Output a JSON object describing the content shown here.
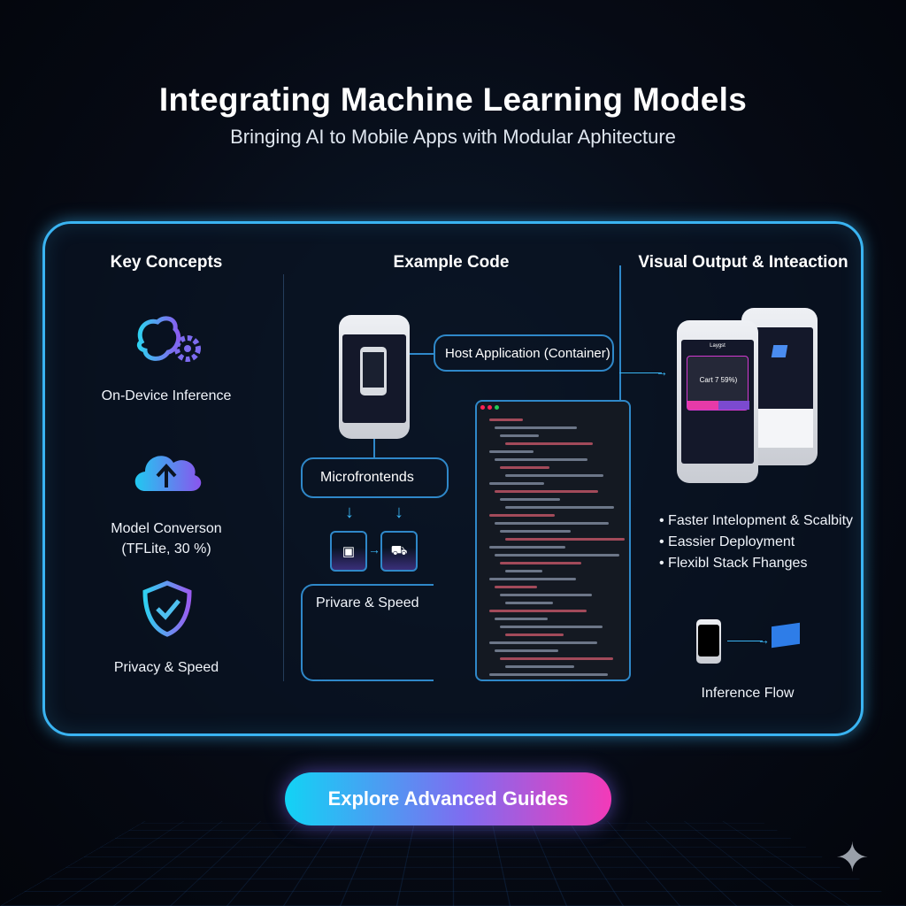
{
  "title": "Integrating Machine Learning Models",
  "subtitle": "Bringing AI to Mobile Apps with Modular Aphitecture",
  "columns": {
    "left": {
      "heading": "Key Concepts",
      "items": [
        {
          "icon": "brain-gear-icon",
          "label": "On-Device Inference"
        },
        {
          "icon": "cloud-upload-icon",
          "label": "Model Converson",
          "label2": "(TFLite, 30 %)"
        },
        {
          "icon": "shield-check-icon",
          "label": "Privacy & Speed"
        }
      ]
    },
    "middle": {
      "heading": "Example Code",
      "host": "Host Application (Container)",
      "micro": "Microfrontends",
      "privacy": "Privare & Speed"
    },
    "right": {
      "heading": "Visual Output & Inteaction",
      "phone_title": "Laygst",
      "phone_card": "Cart 7 59%)",
      "bullets": [
        "Faster Intelopment & Scalbity",
        "Eassier Deployment",
        "Flexibl Stack Fhanges"
      ],
      "flow_label": "Inference Flow"
    }
  },
  "cta": "Explore Advanced Guides",
  "colors": {
    "accent": "#3ab4f2",
    "gradient_start": "#12d3f5",
    "gradient_end": "#f33ab8"
  }
}
